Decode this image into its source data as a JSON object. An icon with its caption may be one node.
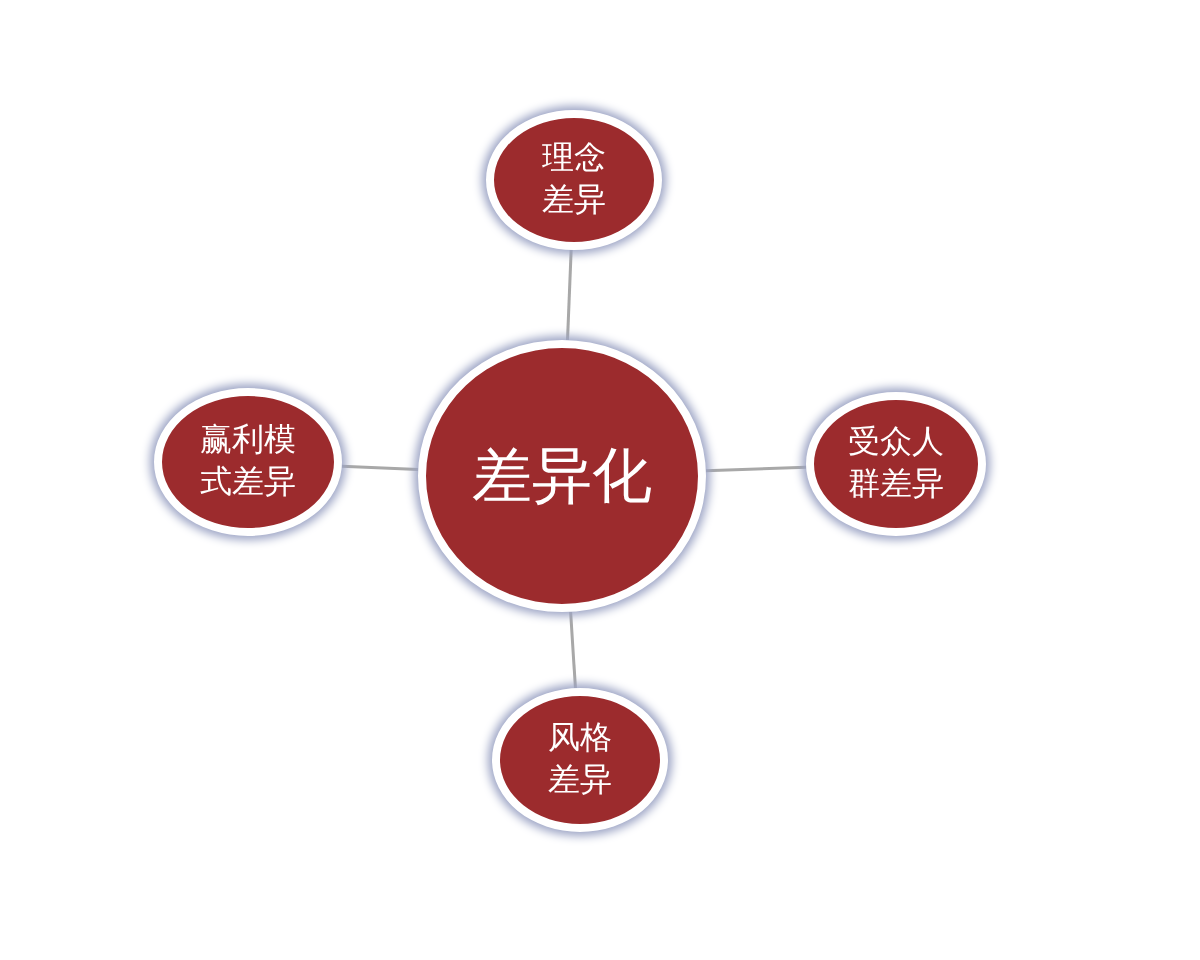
{
  "diagram": {
    "nodes": [
      {
        "text": [
          "差异化"
        ]
      },
      {
        "text": [
          "理念差异"
        ]
      },
      {
        "text": [
          "赢利模式差异"
        ]
      },
      {
        "text": [
          "受众人群差异"
        ]
      },
      {
        "text": [
          "风格差异"
        ]
      }
    ],
    "edges": [
      {
        "from": 0,
        "to": 1,
        "arrow": "none"
      },
      {
        "from": 0,
        "to": 2,
        "arrow": "none"
      },
      {
        "from": 0,
        "to": 3,
        "arrow": "none"
      },
      {
        "from": 0,
        "to": 4,
        "arrow": "none"
      }
    ]
  }
}
